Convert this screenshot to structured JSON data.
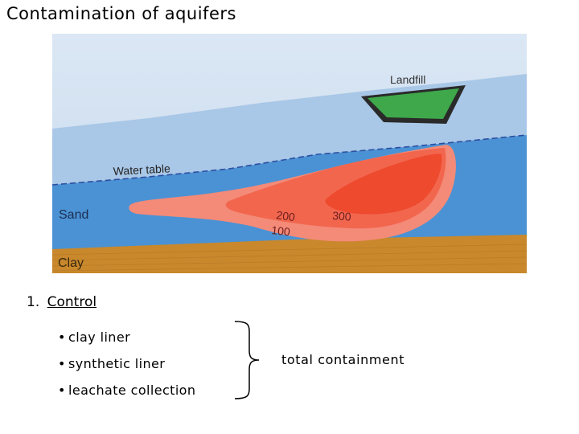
{
  "title": "Contamination of aquifers",
  "diagram": {
    "labels": {
      "landfill": "Landfill",
      "water_table": "Water table",
      "sand": "Sand",
      "clay": "Clay",
      "contour_200": "200",
      "contour_300": "300",
      "contour_100": "100"
    },
    "colors": {
      "sky": "#dde8f3",
      "unsaturated_zone": "#a8c6e6",
      "aquifer_sand": "#4a92d4",
      "clay": "#c9882c",
      "landfill_fill": "#3ea84a",
      "plume_outer": "#f48a78",
      "plume_middle": "#f26a52",
      "plume_inner": "#ef4a2e"
    }
  },
  "control": {
    "number": "1.",
    "heading": "Control",
    "items": [
      "clay liner",
      "synthetic liner",
      "leachate collection"
    ],
    "bullet": "•",
    "summary": "total containment"
  }
}
